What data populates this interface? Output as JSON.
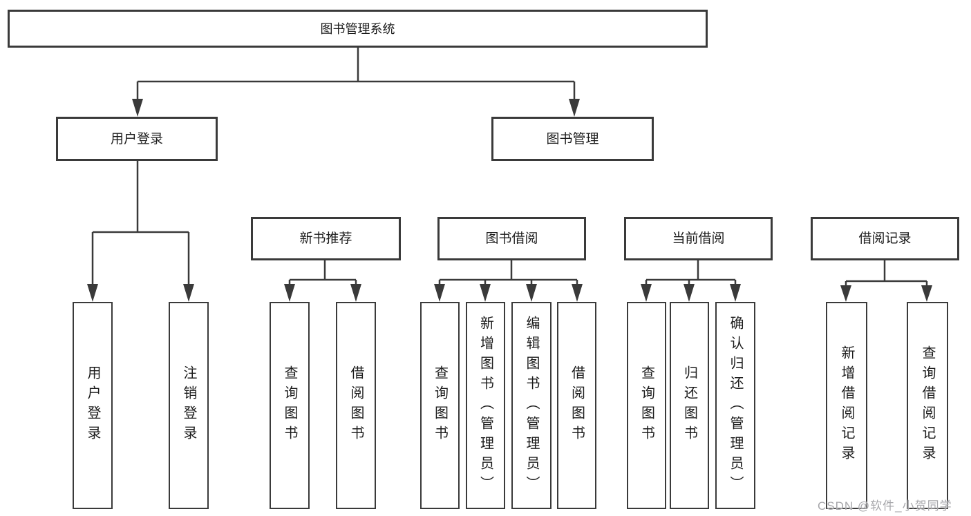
{
  "tree": {
    "root": {
      "label": "图书管理系统"
    },
    "branches": [
      {
        "label": "用户登录",
        "children": [
          {
            "label": "用户登录"
          },
          {
            "label": "注销登录"
          }
        ]
      },
      {
        "label": "图书管理",
        "children": [
          {
            "label": "新书推荐",
            "children": [
              {
                "label": "查询图书"
              },
              {
                "label": "借阅图书"
              }
            ]
          },
          {
            "label": "图书借阅",
            "children": [
              {
                "label": "查询图书"
              },
              {
                "label": "新增图书（管理员）"
              },
              {
                "label": "编辑图书（管理员）"
              },
              {
                "label": "借阅图书"
              }
            ]
          },
          {
            "label": "当前借阅",
            "children": [
              {
                "label": "查询图书"
              },
              {
                "label": "归还图书"
              },
              {
                "label": "确认归还（管理员）"
              }
            ]
          },
          {
            "label": "借阅记录",
            "children": [
              {
                "label": "新增借阅记录"
              },
              {
                "label": "查询借阅记录"
              }
            ]
          }
        ]
      }
    ]
  },
  "watermark": {
    "text": "CSDN @软件_小贺同学"
  },
  "colors": {
    "line": "#3a3a3a",
    "text": "#1c1c1c",
    "background": "#ffffff",
    "watermark": "#a7a7ab"
  }
}
